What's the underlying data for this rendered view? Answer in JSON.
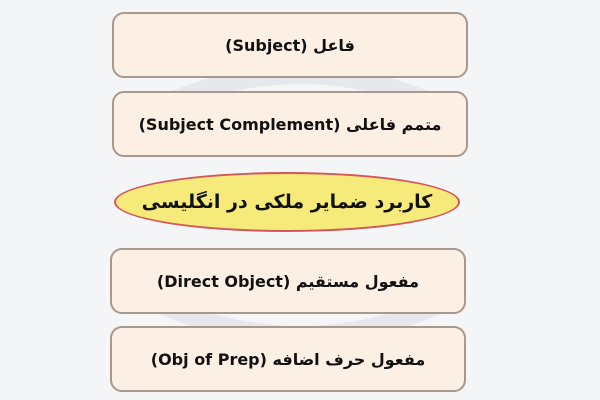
{
  "diagram": {
    "center": {
      "label": "کاربرد ضمایر ملکی در انگلیسی"
    },
    "boxes": [
      {
        "label": "فاعل  (Subject)"
      },
      {
        "label": "متمم فاعلی (Subject Complement)"
      },
      {
        "label": "مفعول مستقیم (Direct Object)"
      },
      {
        "label": "مفعول حرف اضافه  (Obj of Prep)"
      }
    ]
  },
  "colors": {
    "background": "#f4f5f7",
    "box_fill": "#fcefe3",
    "box_border": "#a9988b",
    "oval_fill": "#f5ea7a",
    "oval_border": "#d7555a",
    "text": "#111111"
  }
}
